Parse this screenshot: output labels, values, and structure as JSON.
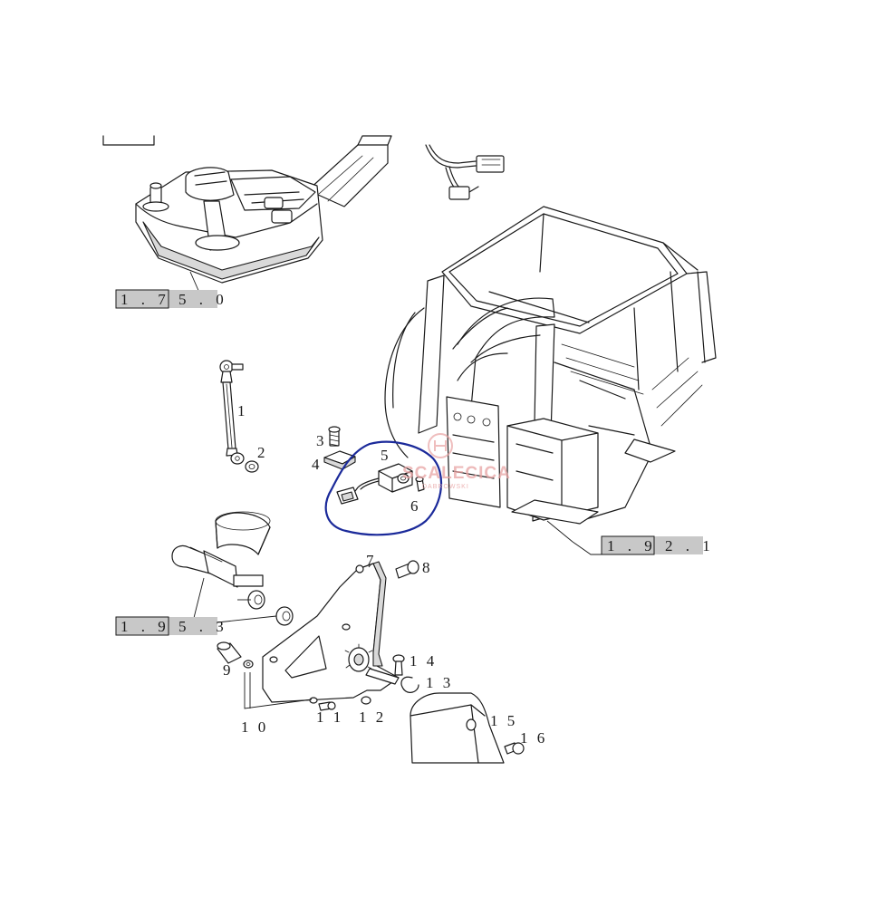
{
  "callouts": [
    "1",
    "2",
    "3",
    "4",
    "5",
    "6",
    "7",
    "8",
    "9",
    "1 0",
    "1 1",
    "1 2",
    "1 3",
    "1 4",
    "1 5",
    "1 6"
  ],
  "references": [
    "1 . 7 5 . 0",
    "1 . 9 2 . 1",
    "1 . 9 5 . 3"
  ],
  "watermark": {
    "text": "SCALECICA",
    "subtext": "DABROWSKI"
  },
  "colors": {
    "line": "#1a1a1a",
    "highlight": "#1b2a9a",
    "ref_background": "#c8c8c8",
    "watermark": "#e8a3a3"
  }
}
